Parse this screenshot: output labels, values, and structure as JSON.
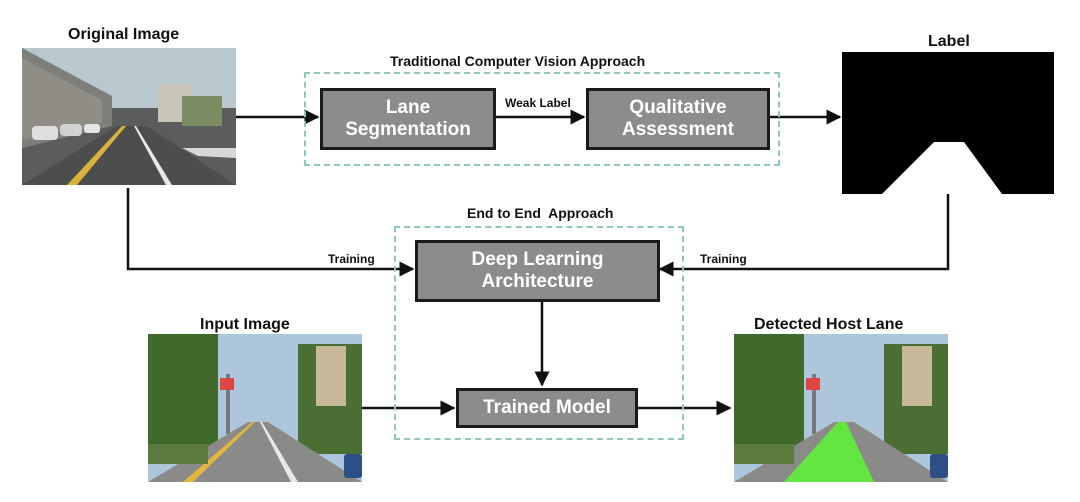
{
  "titles": {
    "original_image": "Original Image",
    "label": "Label",
    "input_image": "Input Image",
    "detected_host_lane": "Detected Host Lane"
  },
  "groups": {
    "traditional": "Traditional Computer Vision Approach",
    "end_to_end": "End to End  Approach"
  },
  "boxes": {
    "lane_segmentation": "Lane\nSegmentation",
    "qualitative_assessment": "Qualitative\nAssessment",
    "deep_learning": "Deep Learning\nArchitecture",
    "trained_model": "Trained Model"
  },
  "edges": {
    "weak_label": "Weak Label",
    "training_left": "Training",
    "training_right": "Training"
  },
  "colors": {
    "box_fill": "#8a8d8c",
    "box_border": "#1a1a1a",
    "dashed_border": "#8fc7bd",
    "detected_lane": "#5ef03a",
    "label_mask": "#000000"
  }
}
